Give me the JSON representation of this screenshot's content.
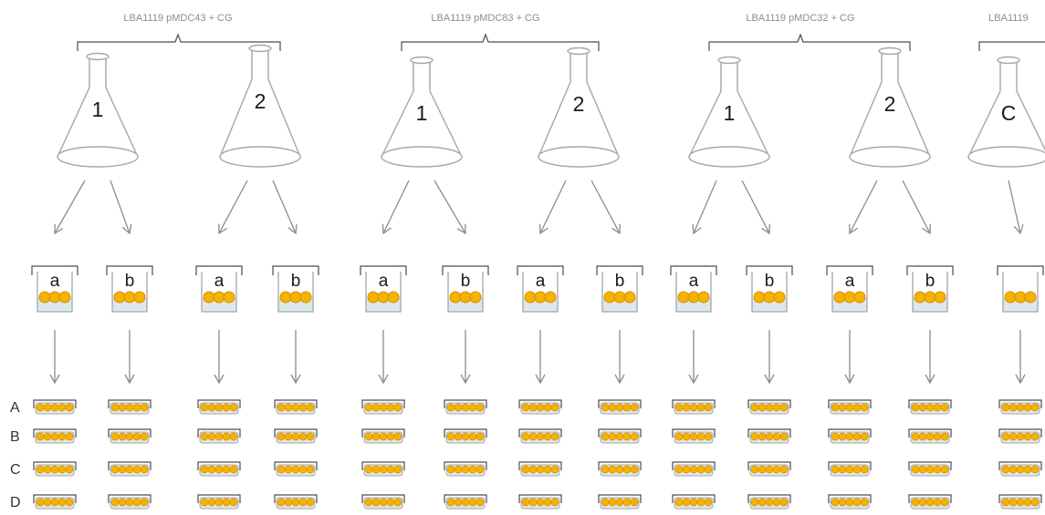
{
  "diagram": {
    "groups": [
      {
        "label": "LBA1119 pMDC43 + CG",
        "flasks": [
          {
            "label": "1",
            "tubes": [
              "a",
              "b"
            ]
          },
          {
            "label": "2",
            "tubes": [
              "a",
              "b"
            ]
          }
        ]
      },
      {
        "label": "LBA1119 pMDC83 + CG",
        "flasks": [
          {
            "label": "1",
            "tubes": [
              "a",
              "b"
            ]
          },
          {
            "label": "2",
            "tubes": [
              "a",
              "b"
            ]
          }
        ]
      },
      {
        "label": "LBA1119 pMDC32 + CG",
        "flasks": [
          {
            "label": "1",
            "tubes": [
              "a",
              "b"
            ]
          },
          {
            "label": "2",
            "tubes": [
              "a",
              "b"
            ]
          }
        ]
      },
      {
        "label": "LBA1119",
        "flasks": [
          {
            "label": "C",
            "tubes": [
              ""
            ]
          }
        ]
      }
    ],
    "plate_rows": [
      "A",
      "B",
      "C",
      "D"
    ],
    "colors": {
      "outline": "#a6a6a6",
      "line": "#8c8c8c",
      "colony": "#f2b400",
      "colony_edge": "#e08a00",
      "medium": "#dbe9ee",
      "plate_fill": "#dde9ec",
      "text": "#1a1a1a",
      "label_gray": "#8c8c8c"
    }
  }
}
